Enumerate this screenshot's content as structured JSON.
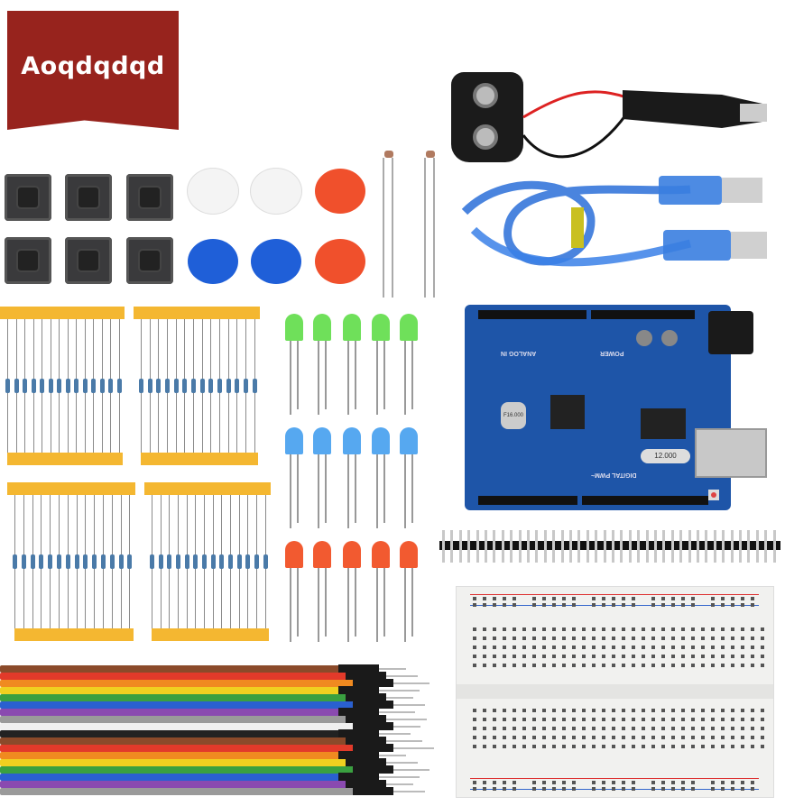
{
  "logo": {
    "text": "Aoqdqdqd",
    "color": "#97231d"
  },
  "board": {
    "power_label": "POWER",
    "analog_label": "ANALOG IN",
    "digital_label": "DIGITAL PWM~",
    "crystal_label": "12.000",
    "osc_label": "F16.000",
    "color": "#1e55a8"
  },
  "caps": [
    "#f4f4f4",
    "#f4f4f4",
    "#f0502c",
    "#1f5fd8",
    "#1f5fd8",
    "#f0502c"
  ],
  "led_colors": [
    "#6fe05a",
    "#56a8f0",
    "#f25a30"
  ],
  "wire_colors": [
    "#8b4a2a",
    "#e23a2a",
    "#f08a20",
    "#f0d020",
    "#3aa040",
    "#2a60d0",
    "#8a4ab0",
    "#9a9a9a",
    "#f0f0f0",
    "#222",
    "#8b4a2a",
    "#e23a2a",
    "#f08a20",
    "#f0d020",
    "#3aa040",
    "#2a60d0",
    "#8a4ab0",
    "#9a9a9a"
  ]
}
